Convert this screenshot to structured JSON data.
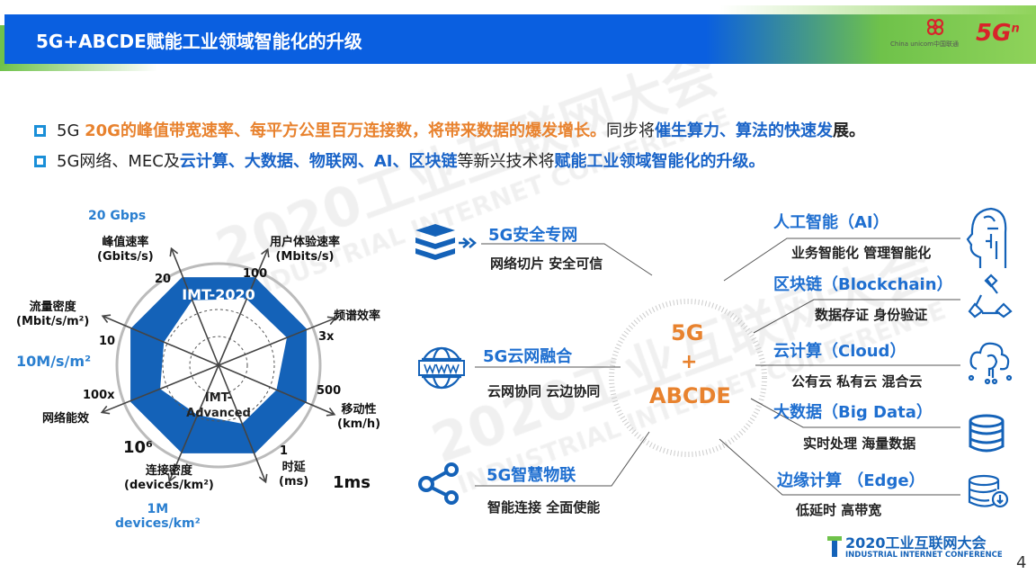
{
  "header": {
    "title": "5G+ABCDE赋能工业领域智能化的升级",
    "logo_text": "China unicom中国联通",
    "logo_5g": "5G",
    "logo_5g_sup": "n"
  },
  "bullets": [
    {
      "parts": [
        {
          "t": "5G ",
          "s": ""
        },
        {
          "t": "20G的峰值带宽速率、每平方公里百万连接数，将带来数据的爆发增长。",
          "s": "or"
        },
        {
          "t": "同步将",
          "s": ""
        },
        {
          "t": "催生算力、算法的快速发",
          "s": "bl"
        },
        {
          "t": "展。",
          "s": "bk"
        }
      ]
    },
    {
      "parts": [
        {
          "t": "5G网络、MEC及",
          "s": ""
        },
        {
          "t": "云计算、大数据、物联网、AI、区块链",
          "s": "bl"
        },
        {
          "t": "等新兴技术将",
          "s": ""
        },
        {
          "t": "赋能工业领域智能化的升级。",
          "s": "bl"
        }
      ]
    }
  ],
  "radar": {
    "outer_label": "IMT-2020",
    "inner_label": "IMT-\nAdvanced",
    "axes": [
      {
        "name": "峰值速率\n(Gbits/s)",
        "value": "20",
        "highlight": "20 Gbps"
      },
      {
        "name": "用户体验速率\n(Mbits/s)",
        "value": "100"
      },
      {
        "name": "频谱效率",
        "value": "3x"
      },
      {
        "name": "移动性\n(km/h)",
        "value": "500"
      },
      {
        "name": "时延\n(ms)",
        "value": "1",
        "highlight": "1ms"
      },
      {
        "name": "连接密度\n(devices/km²)",
        "value": "10⁶",
        "highlight": "1M\ndevices/km²"
      },
      {
        "name": "网络能效",
        "value": "100x"
      },
      {
        "name": "流量密度\n(Mbit/s/m²)",
        "value": "10",
        "highlight": "10M/s/m²"
      }
    ]
  },
  "center": {
    "top": "5G",
    "plus": "+",
    "bottom": "ABCDE"
  },
  "left_items": [
    {
      "title": "5G安全专网",
      "sub": "网络切片  安全可信",
      "icon": "layers-arrow-icon"
    },
    {
      "title": "5G云网融合",
      "sub": "云网协同 云边协同",
      "icon": "globe-www-icon"
    },
    {
      "title": "5G智慧物联",
      "sub": "智能连接  全面使能",
      "icon": "share-nodes-icon"
    }
  ],
  "right_items": [
    {
      "title": "人工智能（AI）",
      "sub": "业务智能化  管理智能化",
      "icon": "ai-head-icon"
    },
    {
      "title": "区块链（Blockchain）",
      "sub": "数据存证 身份验证",
      "icon": "blockchain-nodes-icon"
    },
    {
      "title": "云计算（Cloud）",
      "sub": "公有云 私有云 混合云",
      "icon": "cloud-brain-icon"
    },
    {
      "title": "大数据（Big Data）",
      "sub": "实时处理  海量数据",
      "icon": "database-icon"
    },
    {
      "title": "边缘计算 （Edge）",
      "sub": "低延时 高带宽",
      "icon": "database-download-icon"
    }
  ],
  "footer": {
    "logo_cn": "2020工业互联网大会",
    "logo_en": "INDUSTRIAL INTERNET CONFERENCE",
    "page": "4"
  },
  "watermark": {
    "cn": "2020工业互联网大会",
    "en": "INDUSTRIAL INTERNET CONFERENCE"
  },
  "colors": {
    "blue": "#0a5fe0",
    "green": "#6fc24a",
    "orange": "#e8822e",
    "text_blue": "#1f6fd0",
    "radar_blue": "#1462b8"
  }
}
